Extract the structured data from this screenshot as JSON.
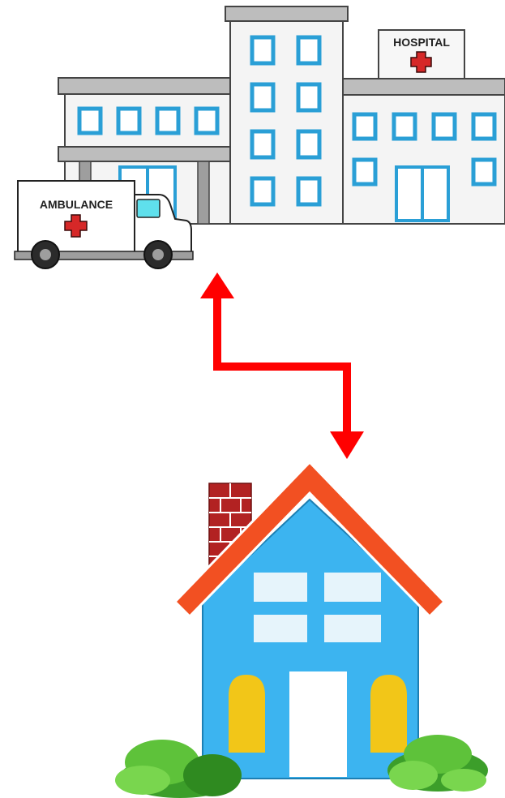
{
  "hospital": {
    "sign_label": "HOSPITAL"
  },
  "ambulance": {
    "label": "AMBULANCE"
  },
  "colors": {
    "arrow": "#ff0000",
    "cross": "#d62828",
    "window_frame": "#2a9fd6",
    "building_wall": "#f4f4f4",
    "building_roof": "#bdbdbd",
    "house_wall": "#3cb4f0",
    "house_roof": "#f25022",
    "chimney": "#b22222",
    "house_window": "#e6f4fb",
    "house_side_window": "#f2c618",
    "door": "#ffffff",
    "bush": "#5ec23a"
  },
  "icons": [
    "hospital-building",
    "ambulance-vehicle",
    "red-cross",
    "two-way-arrow",
    "house"
  ]
}
